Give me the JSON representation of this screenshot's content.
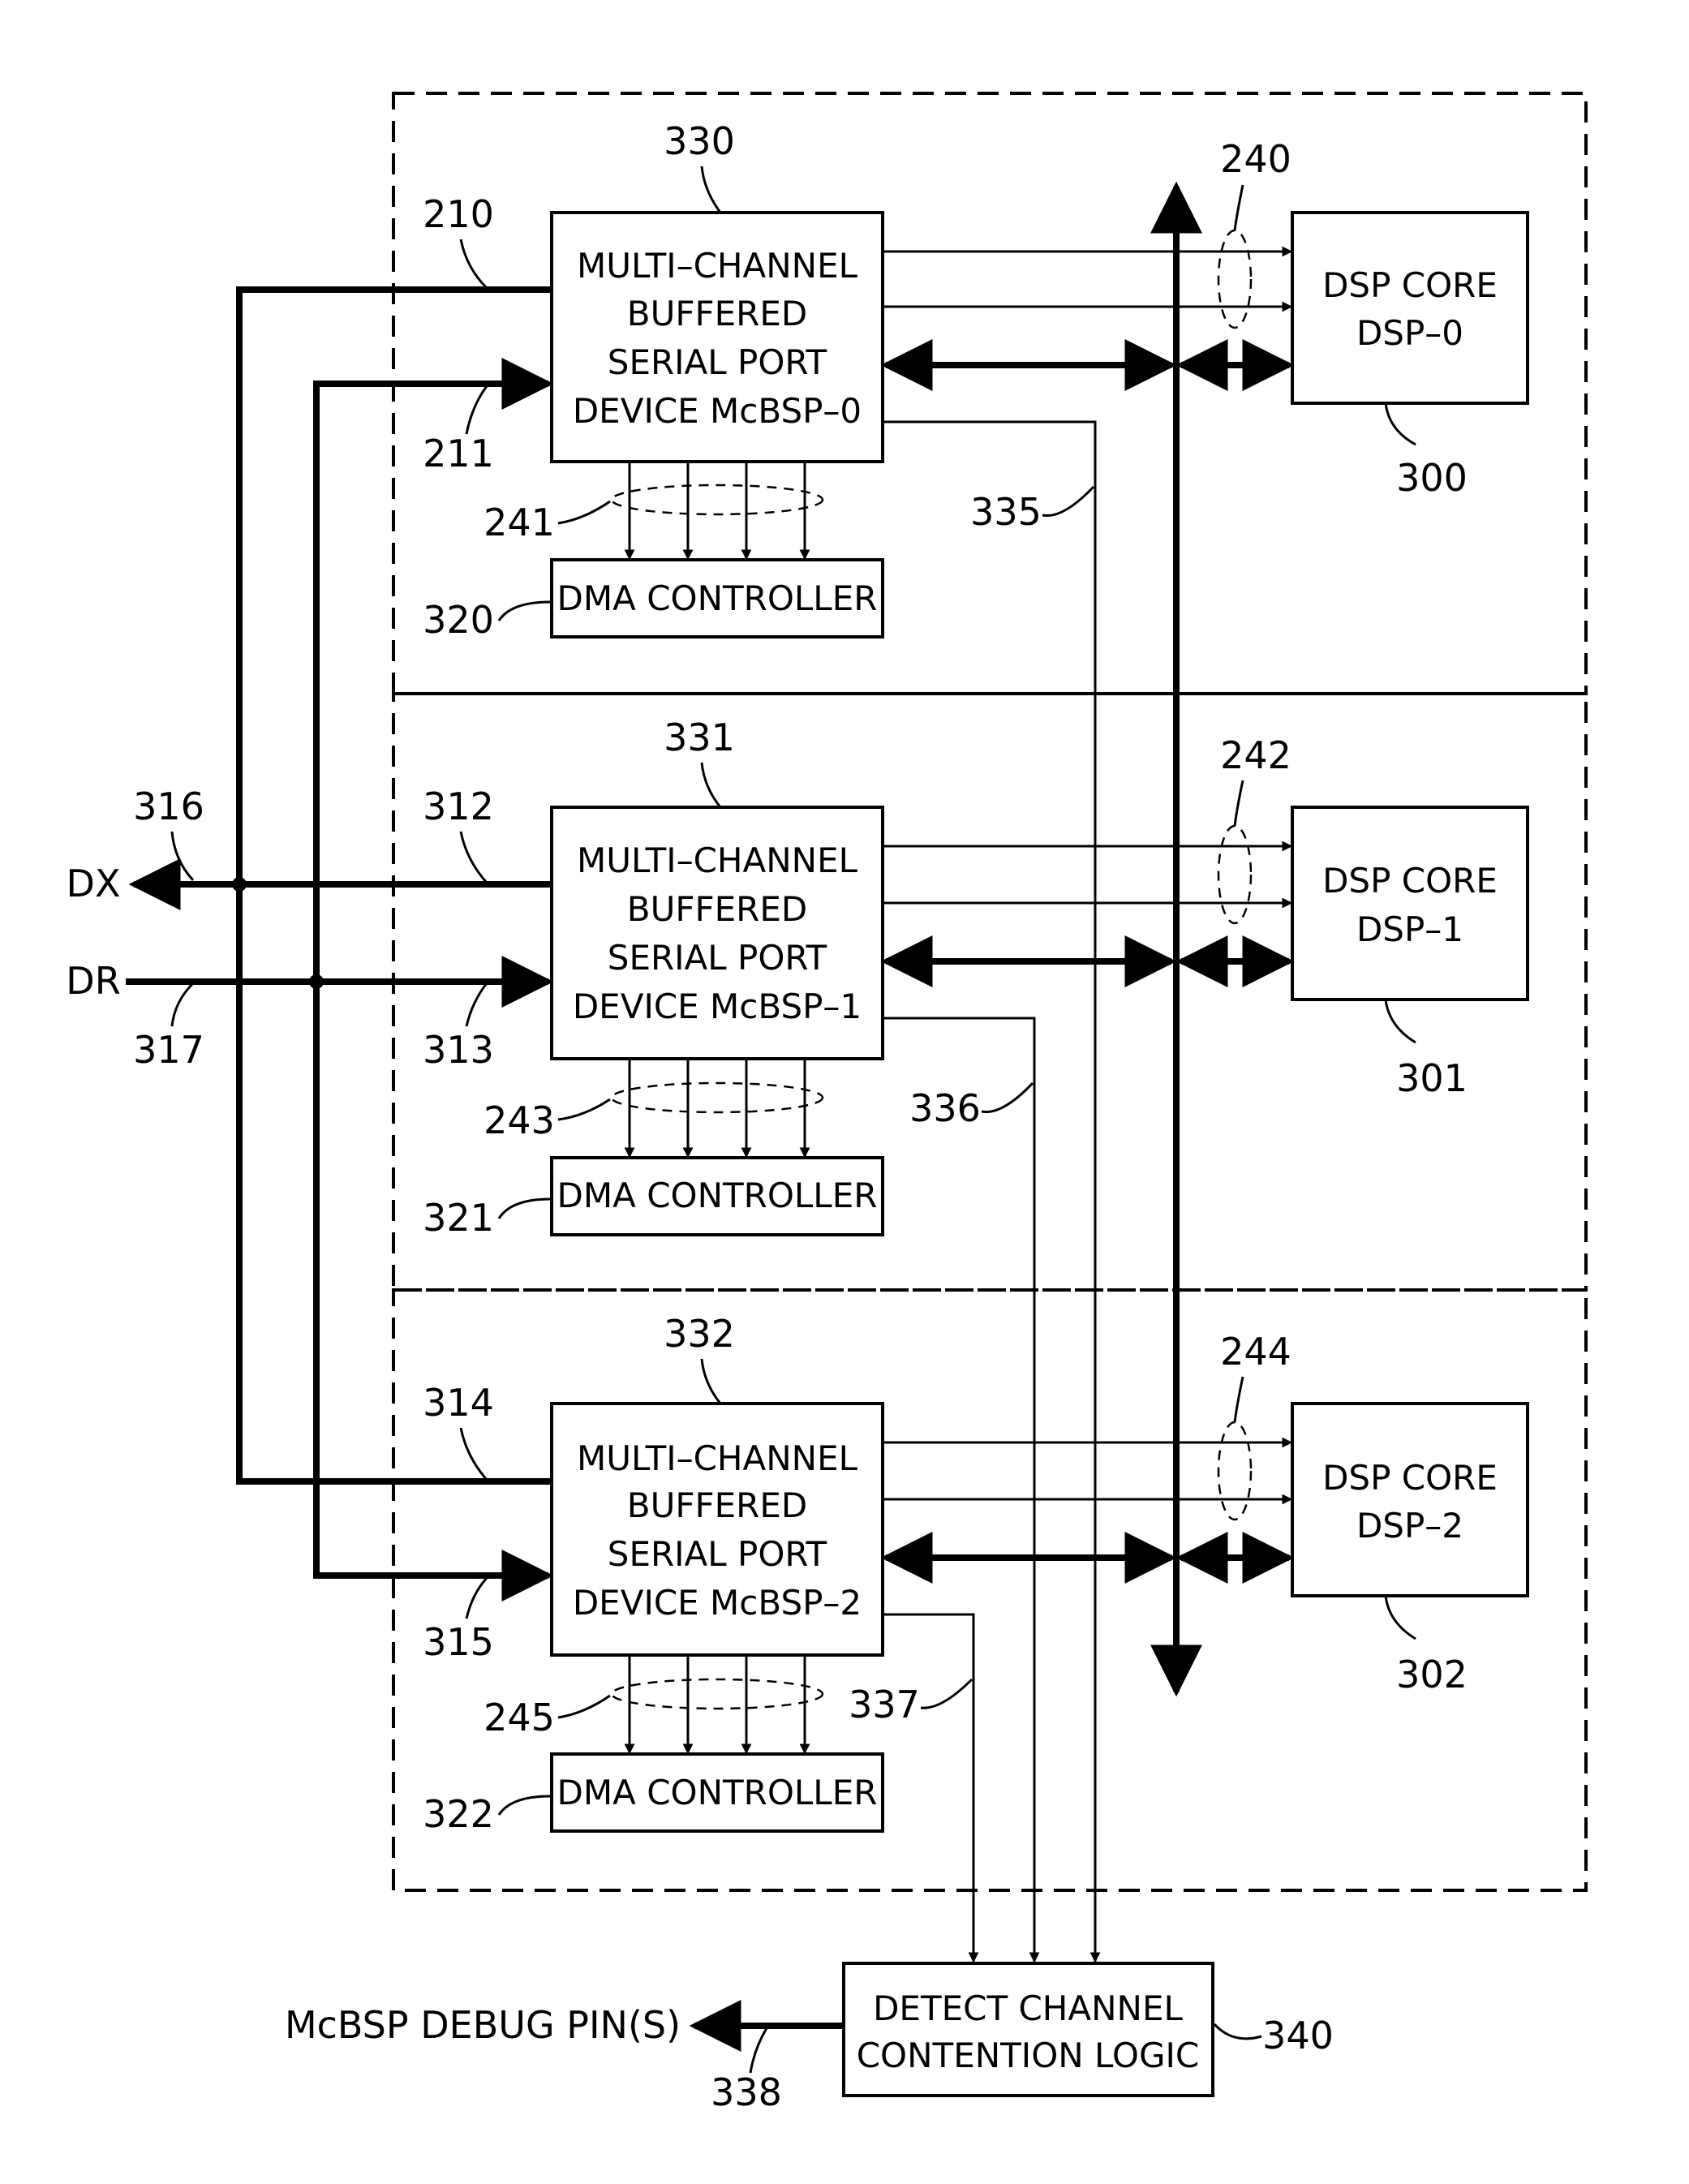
{
  "figure": {
    "mcbsp": [
      {
        "ref": "330",
        "lines": [
          "MULTI–CHANNEL",
          "BUFFERED",
          "SERIAL PORT",
          "DEVICE McBSP–0"
        ]
      },
      {
        "ref": "331",
        "lines": [
          "MULTI–CHANNEL",
          "BUFFERED",
          "SERIAL PORT",
          "DEVICE McBSP–1"
        ]
      },
      {
        "ref": "332",
        "lines": [
          "MULTI–CHANNEL",
          "BUFFERED",
          "SERIAL PORT",
          "DEVICE McBSP–2"
        ]
      }
    ],
    "dsp": [
      {
        "ref": "300",
        "lines": [
          "DSP CORE",
          "DSP–0"
        ]
      },
      {
        "ref": "301",
        "lines": [
          "DSP CORE",
          "DSP–1"
        ]
      },
      {
        "ref": "302",
        "lines": [
          "DSP CORE",
          "DSP–2"
        ]
      }
    ],
    "dma": [
      {
        "ref": "320",
        "label": "DMA CONTROLLER"
      },
      {
        "ref": "321",
        "label": "DMA CONTROLLER"
      },
      {
        "ref": "322",
        "label": "DMA CONTROLLER"
      }
    ],
    "detect": {
      "ref": "340",
      "lines": [
        "DETECT CHANNEL",
        "CONTENTION LOGIC"
      ]
    },
    "debug_pins": {
      "label": "McBSP DEBUG PIN(S)",
      "ref": "338"
    },
    "dx": {
      "label": "DX",
      "ref": "316"
    },
    "dr": {
      "label": "DR",
      "ref": "317"
    },
    "refs": {
      "r210": "210",
      "r211": "211",
      "r312": "312",
      "r313": "313",
      "r314": "314",
      "r315": "315",
      "r240": "240",
      "r242": "242",
      "r244": "244",
      "r241": "241",
      "r243": "243",
      "r245": "245",
      "r335": "335",
      "r336": "336",
      "r337": "337"
    }
  }
}
